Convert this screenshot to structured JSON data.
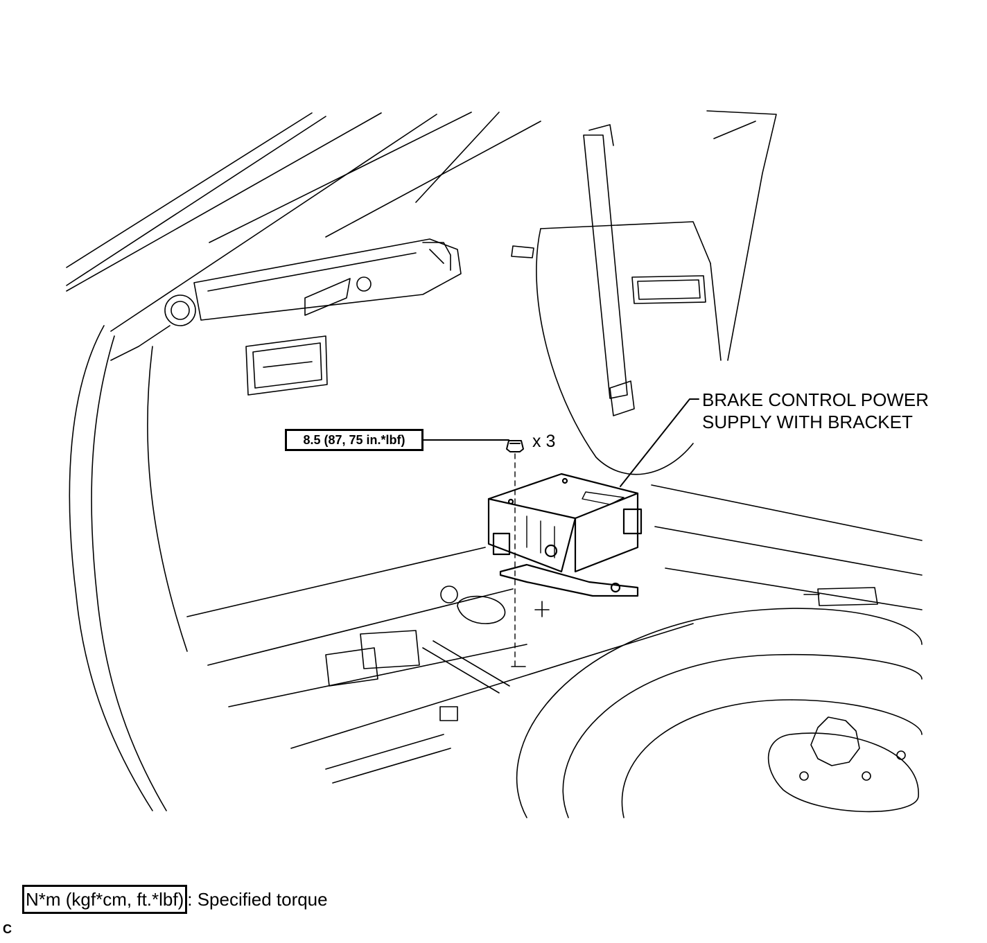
{
  "callout": {
    "part_name_line1": "BRAKE CONTROL POWER",
    "part_name_line2": "SUPPLY WITH BRACKET",
    "torque_value": "8.5 (87, 75 in.*lbf)",
    "quantity": "x 3"
  },
  "legend": {
    "unit_box": "N*m (kgf*cm, ft.*lbf)",
    "description": ": Specified torque"
  },
  "corner_mark": "C"
}
